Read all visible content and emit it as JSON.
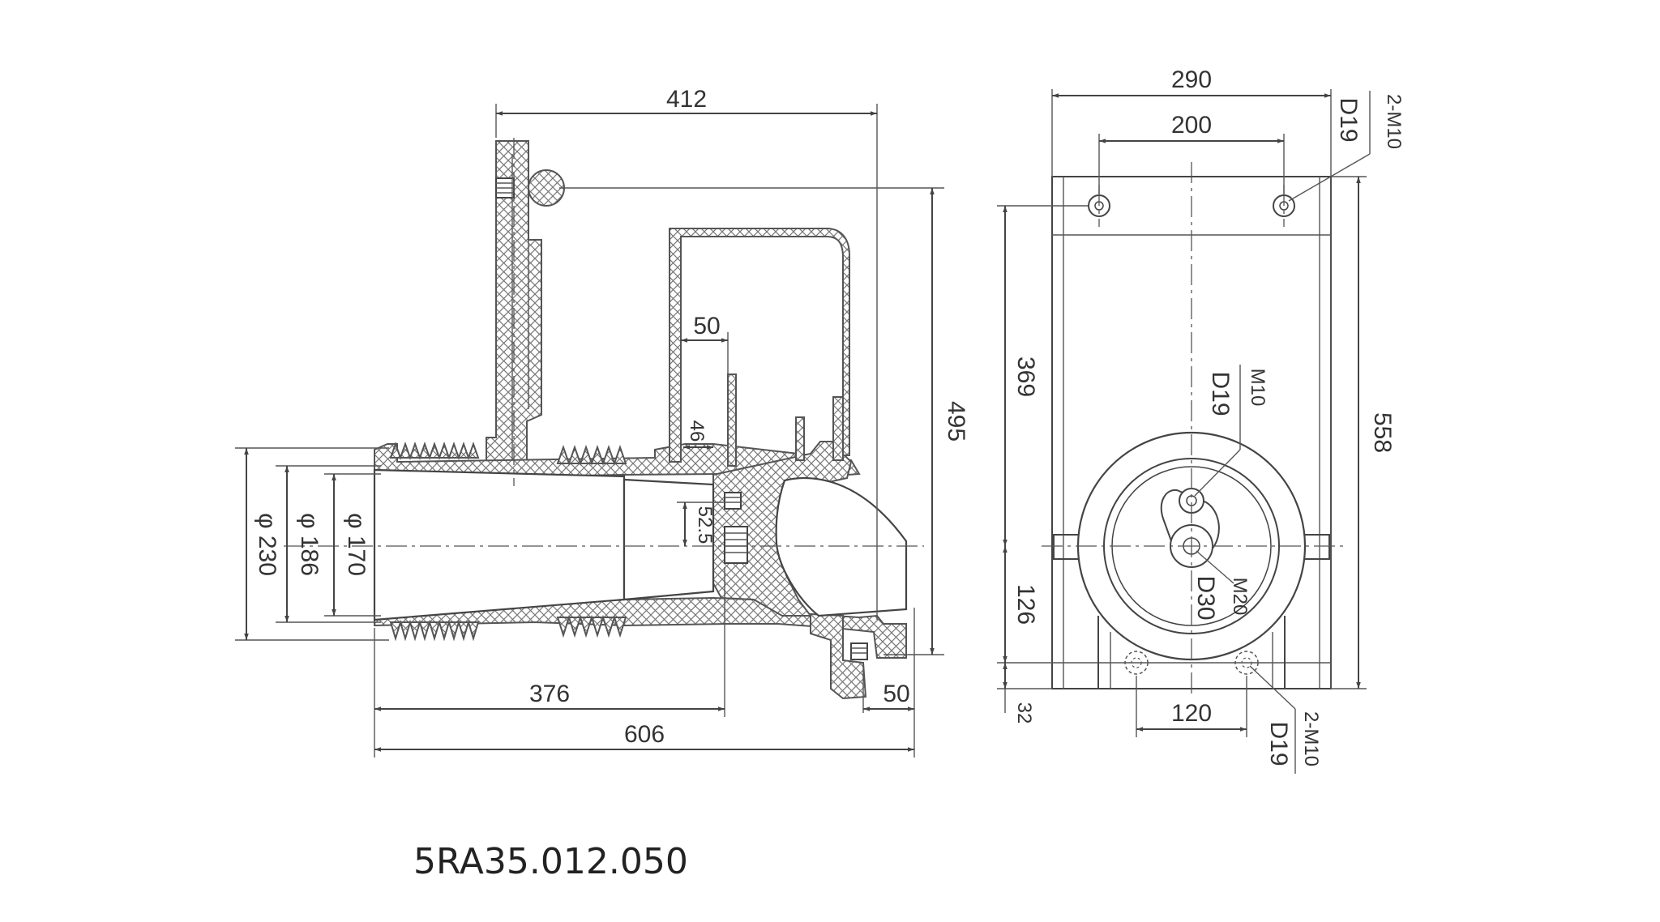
{
  "part_number": "5RA35.012.050",
  "side_view": {
    "dim_overall_top": "412",
    "dim_height": "495",
    "dim_slot_width": "50",
    "dim_slot_inner": "46",
    "dim_offset": "52.5",
    "dim_dia_230": "φ 230",
    "dim_dia_186": "φ 186",
    "dim_dia_170": "φ 170",
    "dim_376": "376",
    "dim_606": "606",
    "dim_flange": "50"
  },
  "front_view": {
    "dim_width_290": "290",
    "dim_hole_spacing_200": "200",
    "callout_top_holes_thread": "2-M10",
    "callout_top_holes_depth": "D19",
    "dim_369": "369",
    "dim_126": "126",
    "dim_32": "32",
    "dim_558": "558",
    "callout_small_hole_thread": "M10",
    "callout_small_hole_depth": "D19",
    "callout_center_hole_thread": "M20",
    "callout_center_hole_depth": "D30",
    "dim_bottom_spacing_120": "120",
    "callout_bottom_holes_thread": "2-M10",
    "callout_bottom_holes_depth": "D19"
  }
}
